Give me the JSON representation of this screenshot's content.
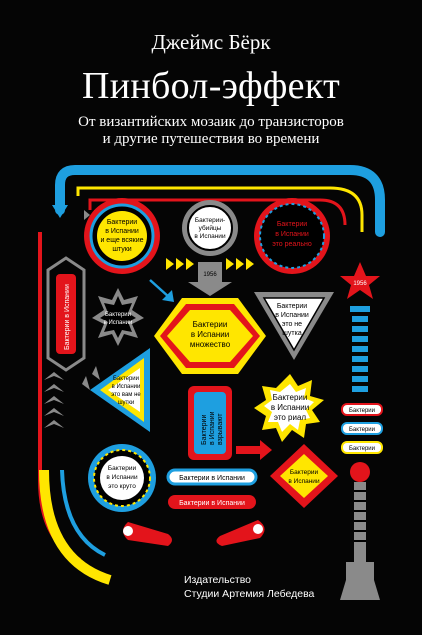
{
  "cover": {
    "author": "Джеймс Бёрк",
    "title": "Пинбол-эффект",
    "subtitle_line1": "От византийских мозаик до транзисторов",
    "subtitle_line2": "и другие путешествия во времени",
    "publisher_line1": "Издательство",
    "publisher_line2": "Студии Артемия Лебедева"
  },
  "badges": {
    "b1": [
      "Бактерии",
      "в Испании",
      "и еще всякие",
      "штуки"
    ],
    "b2": [
      "Бактерии-",
      "убийцы",
      "в Испании"
    ],
    "b3": [
      "Бактерии",
      "в Испании",
      "это реально"
    ],
    "b4": [
      "Бактерии",
      "в Испании"
    ],
    "b5": [
      "Бактерии",
      "в Испании",
      "множество"
    ],
    "b6": [
      "Бактерии",
      "в Испании",
      "это не",
      "шутка"
    ],
    "b7": [
      "Бактерии",
      "в Испании",
      "это вам не",
      "шутки"
    ],
    "b8": [
      "Бактерии",
      "в Испании",
      "взрывают"
    ],
    "b9": [
      "Бактерии",
      "в Испании",
      "это риал"
    ],
    "b10": [
      "Бактерии",
      "в Испании",
      "это круто"
    ],
    "b11": [
      "Бактерии",
      "в Испании"
    ],
    "vertical_pill": "Бактерии в Испании",
    "pill_blue": "Бактерии в Испании",
    "pill_red": "Бактерии в Испании",
    "small_pill": "Бактерии",
    "year1": "1956",
    "year2": "1956"
  },
  "colors": {
    "background": "#050505",
    "red": "#e3141b",
    "blue": "#1e9fe0",
    "yellow": "#ffe600",
    "gray": "#8a8a8a",
    "white": "#ffffff"
  }
}
